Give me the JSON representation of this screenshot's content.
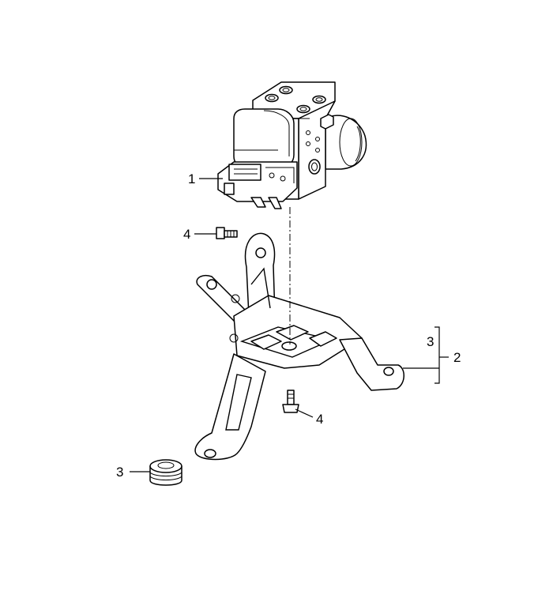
{
  "callouts": {
    "abs_unit": "1",
    "bracket_assembly": "2",
    "bushing_in_bracket": "3",
    "bushing": "3",
    "screw_upper": "4",
    "screw_lower": "4"
  }
}
